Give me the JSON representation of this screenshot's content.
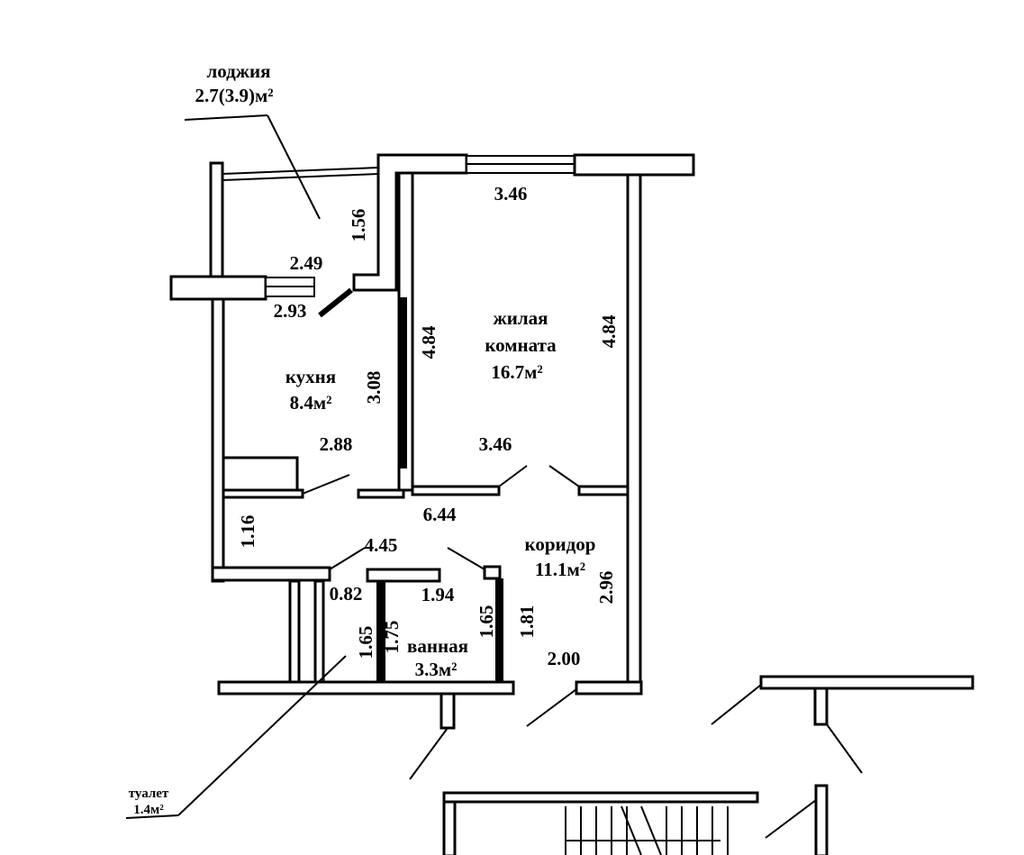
{
  "rooms": {
    "loggia": {
      "name": "лоджия",
      "area": "2.7(3.9)м²"
    },
    "living": {
      "name1": "жилая",
      "name2": "комната",
      "area": "16.7м²"
    },
    "kitchen": {
      "name": "кухня",
      "area": "8.4м²"
    },
    "corridor": {
      "name": "коридор",
      "area": "11.1м²"
    },
    "bathroom": {
      "name": "ванная",
      "area": "3.3м²"
    },
    "toilet": {
      "name": "туалет",
      "area": "1.4м²"
    }
  },
  "dimensions": {
    "loggia_height": "1.56",
    "loggia_width": "2.49",
    "kitchen_top": "2.93",
    "room_top": "3.46",
    "room_left": "4.84",
    "room_right": "4.84",
    "kitchen_height": "3.08",
    "kitchen_bottom": "2.88",
    "room_bottom": "3.46",
    "corridor_length": "6.44",
    "corridor_left": "1.16",
    "corridor_mid": "4.45",
    "toilet_width": "0.82",
    "bath_width": "1.94",
    "toilet_height": "1.65",
    "bath_left": "1.75",
    "bath_right": "1.65",
    "corridor_bath": "1.81",
    "corridor_right": "2.96",
    "corridor_bottom": "2.00"
  }
}
